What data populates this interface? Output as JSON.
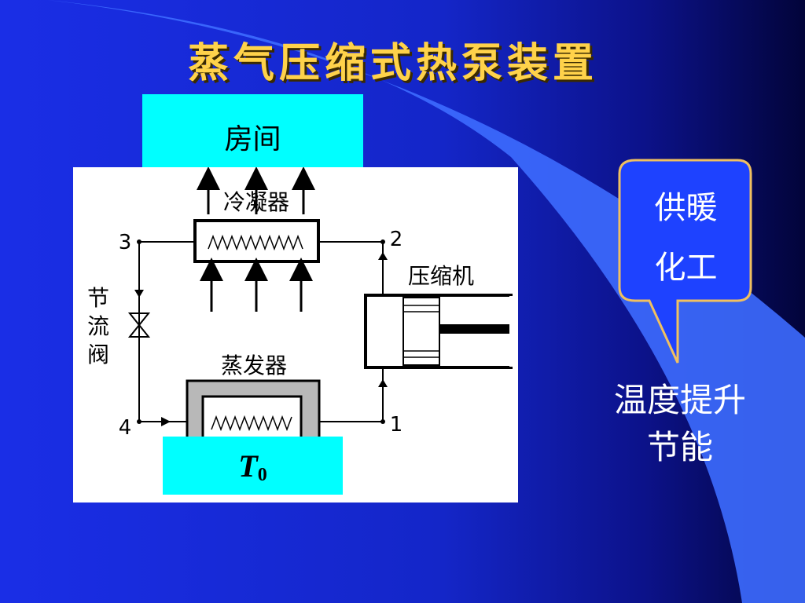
{
  "slide": {
    "title": "蒸气压缩式热泵装置",
    "room_label": "房间",
    "t0_label": {
      "main": "T",
      "sub": "0"
    },
    "callout": {
      "line1": "供暖",
      "line2": "化工"
    },
    "bottom_note": {
      "line1": "温度提升",
      "line2": "节能"
    }
  },
  "diagram": {
    "condenser_label": "冷凝器",
    "evaporator_label": "蒸发器",
    "compressor_label": "压缩机",
    "valve_label": [
      "节",
      "流",
      "阀"
    ],
    "points": {
      "p1": "1",
      "p2": "2",
      "p3": "3",
      "p4": "4"
    }
  },
  "colors": {
    "accent_title": "#ffd24a",
    "cyan_box": "#00ffff",
    "callout_border": "#f0c060"
  }
}
